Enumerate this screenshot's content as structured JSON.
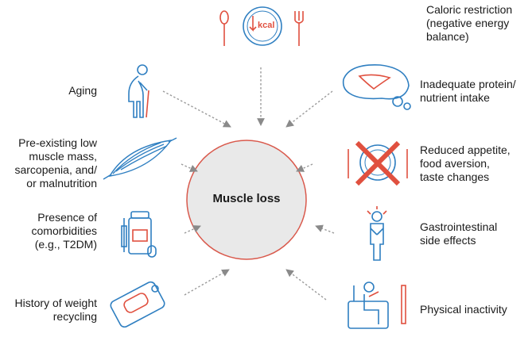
{
  "center": {
    "label": "Muscle loss"
  },
  "factors": {
    "caloric_restriction": {
      "label": "Caloric restriction\n(negative energy\nbalance)",
      "icon_text": "kcal",
      "icon": "plate-kcal-icon"
    },
    "aging": {
      "label": "Aging",
      "icon": "elderly-person-cane-icon"
    },
    "protein_intake": {
      "label": "Inadequate protein/\nnutrient intake",
      "icon": "meat-steak-icon"
    },
    "low_muscle_mass": {
      "label": "Pre-existing low\nmuscle mass,\nsarcopenia, and/\nor malnutrition",
      "icon": "muscle-fiber-icon"
    },
    "reduced_appetite": {
      "label": "Reduced appetite,\nfood aversion,\ntaste changes",
      "icon": "crossed-plate-icon"
    },
    "comorbidities": {
      "label": "Presence of\ncomorbidities\n(e.g., T2DM)",
      "icon": "medication-bottle-icon"
    },
    "gi_side_effects": {
      "label": "Gastrointestinal\nside effects",
      "icon": "stomach-ache-person-icon"
    },
    "weight_recycling": {
      "label": "History of weight\nrecycling",
      "icon": "bathroom-scale-icon"
    },
    "physical_inactivity": {
      "label": "Physical inactivity",
      "icon": "sitting-person-icon"
    }
  },
  "colors": {
    "blue": "#2f7fc1",
    "red": "#e0503f",
    "circle_fill": "#e9e9e9",
    "circle_stroke": "#d9594c",
    "arrow": "#9a9a9a"
  }
}
